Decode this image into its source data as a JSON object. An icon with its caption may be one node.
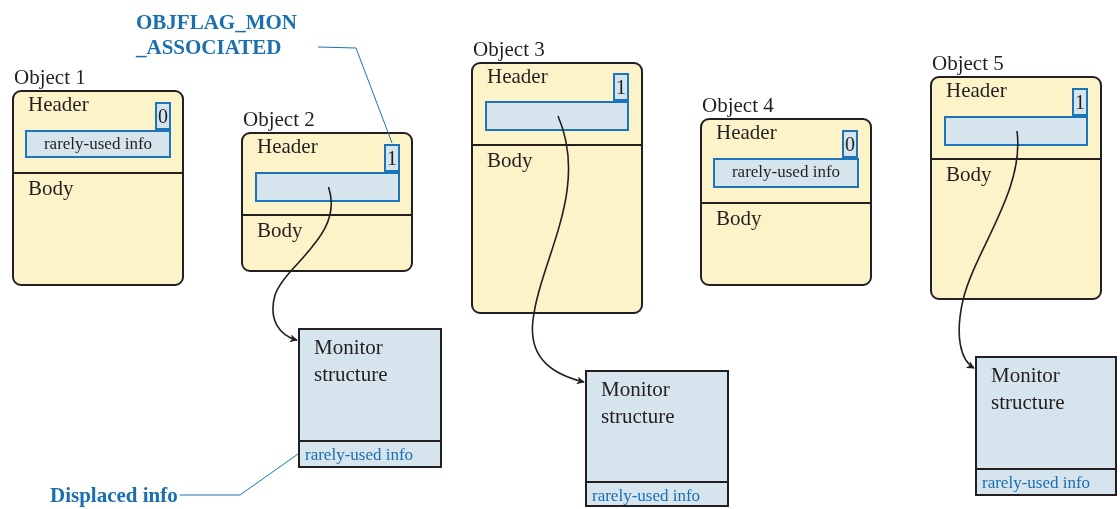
{
  "diagram": {
    "nodes": [
      {
        "text": [
          "Object 1"
        ]
      },
      {
        "text": [
          "Header"
        ],
        "in": 0
      },
      {
        "text": [
          "0"
        ],
        "in": 1
      },
      {
        "text": [
          "rarely-used info"
        ],
        "in": 1
      },
      {
        "text": [
          "Body"
        ],
        "in": 0
      },
      {
        "text": [
          "Object 2"
        ]
      },
      {
        "text": [
          "Header"
        ],
        "in": 5
      },
      {
        "text": [
          "1"
        ],
        "in": 6
      },
      {
        "text": [],
        "shape": "box",
        "in": 6
      },
      {
        "text": [
          "Body"
        ],
        "in": 5
      },
      {
        "text": [
          "Object 3"
        ]
      },
      {
        "text": [
          "Header"
        ],
        "in": 10
      },
      {
        "text": [
          "1"
        ],
        "in": 11
      },
      {
        "text": [],
        "shape": "box",
        "in": 11
      },
      {
        "text": [
          "Body"
        ],
        "in": 10
      },
      {
        "text": [
          "Object 4"
        ]
      },
      {
        "text": [
          "Header"
        ],
        "in": 15
      },
      {
        "text": [
          "0"
        ],
        "in": 16
      },
      {
        "text": [
          "rarely-used info"
        ],
        "in": 16
      },
      {
        "text": [
          "Body"
        ],
        "in": 15
      },
      {
        "text": [
          "Object 5"
        ]
      },
      {
        "text": [
          "Header"
        ],
        "in": 20
      },
      {
        "text": [
          "1"
        ],
        "in": 21
      },
      {
        "text": [],
        "shape": "box",
        "in": 21
      },
      {
        "text": [
          "Body"
        ],
        "in": 20
      },
      {
        "text": [
          "Monitor structure"
        ]
      },
      {
        "text": [
          "rarely-used info"
        ],
        "in": 25
      },
      {
        "text": [
          "Monitor structure"
        ]
      },
      {
        "text": [
          "rarely-used info"
        ],
        "in": 27
      },
      {
        "text": [
          "Monitor structure"
        ]
      },
      {
        "text": [
          "rarely-used info"
        ],
        "in": 29
      },
      {
        "text": [
          "OBJFLAG_MON _ASSOCIATED"
        ]
      },
      {
        "text": [
          "Displaced info"
        ]
      }
    ],
    "edges": [
      {
        "from": 8,
        "to": 25,
        "arrow": "to"
      },
      {
        "from": 13,
        "to": 27,
        "arrow": "to"
      },
      {
        "from": 23,
        "to": 29,
        "arrow": "to"
      },
      {
        "from": 31,
        "to": 7,
        "arrow": "none",
        "color": "#1a75b9"
      },
      {
        "from": 32,
        "to": 26,
        "arrow": "none",
        "color": "#1a75b9"
      }
    ]
  }
}
